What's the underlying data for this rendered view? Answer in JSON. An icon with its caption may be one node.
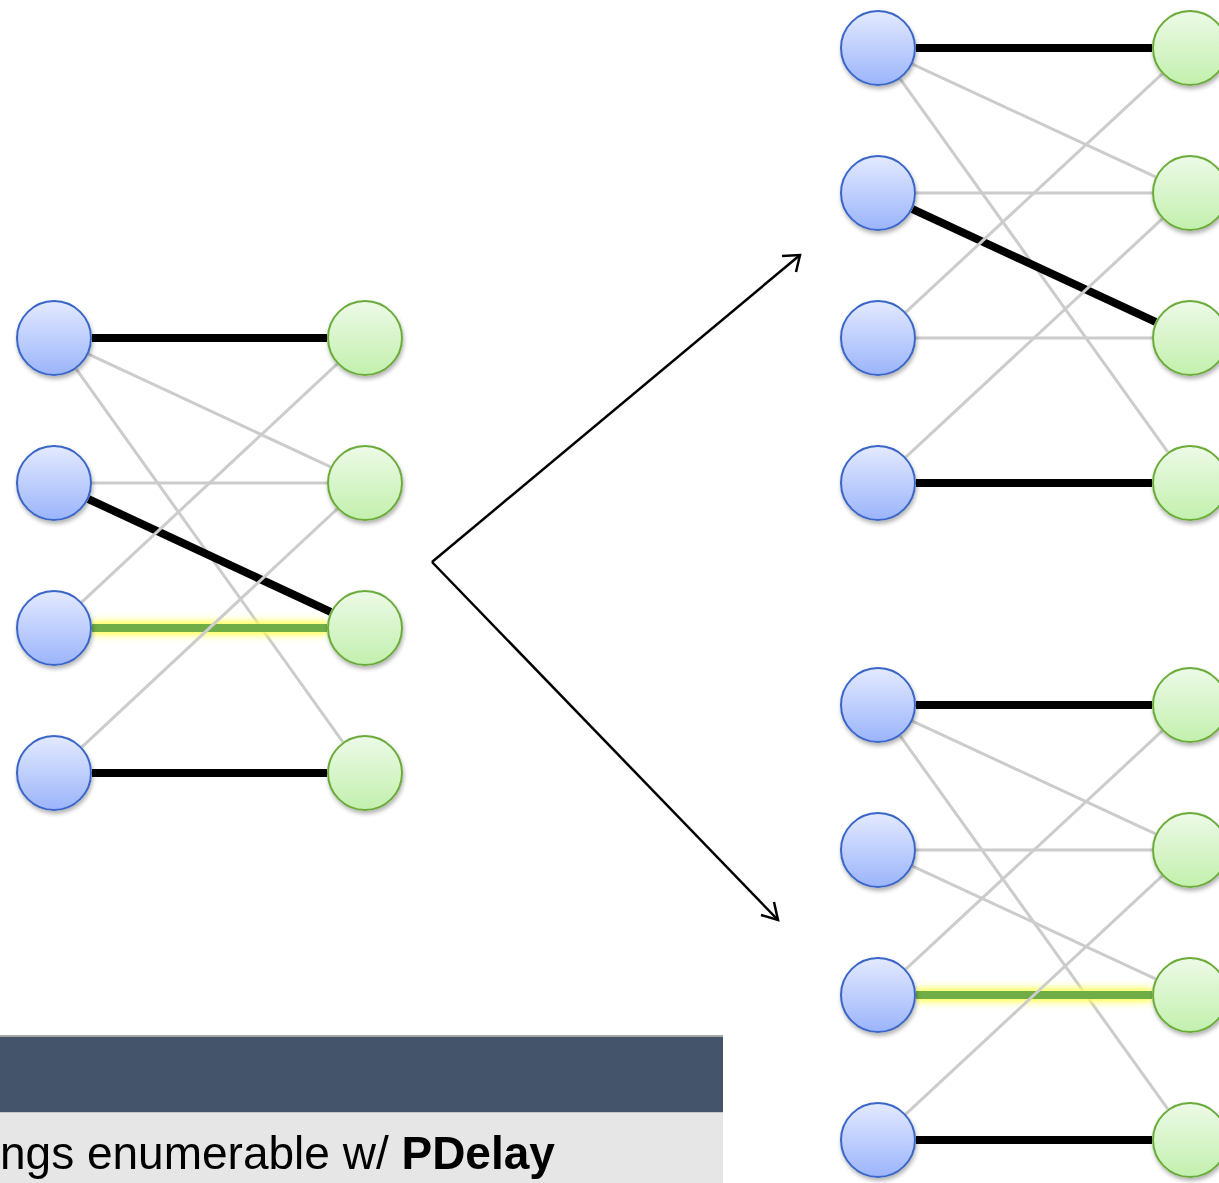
{
  "diagram": {
    "nodes": [
      {
        "text": [],
        "shape": "circle"
      },
      {
        "text": [],
        "shape": "circle"
      },
      {
        "text": [],
        "shape": "circle"
      },
      {
        "text": [],
        "shape": "circle"
      },
      {
        "text": [],
        "shape": "circle"
      },
      {
        "text": [],
        "shape": "circle"
      },
      {
        "text": [],
        "shape": "circle"
      },
      {
        "text": [],
        "shape": "circle"
      },
      {
        "text": [],
        "shape": "circle"
      },
      {
        "text": [],
        "shape": "circle"
      },
      {
        "text": [],
        "shape": "circle"
      },
      {
        "text": [],
        "shape": "circle"
      },
      {
        "text": [],
        "shape": "circle"
      },
      {
        "text": [],
        "shape": "circle"
      },
      {
        "text": [],
        "shape": "circle"
      },
      {
        "text": [],
        "shape": "circle"
      },
      {
        "text": [],
        "shape": "circle"
      },
      {
        "text": [],
        "shape": "circle"
      },
      {
        "text": [],
        "shape": "circle"
      },
      {
        "text": [],
        "shape": "circle"
      },
      {
        "text": [],
        "shape": "circle"
      },
      {
        "text": [],
        "shape": "circle"
      },
      {
        "text": [],
        "shape": "circle"
      },
      {
        "text": [],
        "shape": "circle"
      }
    ],
    "edges": [
      {
        "from": 0,
        "to": 4,
        "arrow": "none",
        "style": "thick",
        "color": "#000000"
      },
      {
        "from": 0,
        "to": 5,
        "arrow": "none"
      },
      {
        "from": 0,
        "to": 7,
        "arrow": "none"
      },
      {
        "from": 1,
        "to": 5,
        "arrow": "none"
      },
      {
        "from": 1,
        "to": 6,
        "arrow": "none",
        "style": "thick",
        "color": "#000000"
      },
      {
        "from": 2,
        "to": 4,
        "arrow": "none"
      },
      {
        "from": 2,
        "to": 6,
        "arrow": "none",
        "style": "thick",
        "color": "#70ad47"
      },
      {
        "from": 3,
        "to": 5,
        "arrow": "none"
      },
      {
        "from": 3,
        "to": 7,
        "arrow": "none",
        "style": "thick",
        "color": "#000000"
      },
      {
        "from": 8,
        "to": 12,
        "arrow": "none",
        "style": "thick",
        "color": "#000000"
      },
      {
        "from": 8,
        "to": 13,
        "arrow": "none"
      },
      {
        "from": 8,
        "to": 15,
        "arrow": "none"
      },
      {
        "from": 9,
        "to": 13,
        "arrow": "none"
      },
      {
        "from": 9,
        "to": 14,
        "arrow": "none",
        "style": "thick",
        "color": "#000000"
      },
      {
        "from": 10,
        "to": 12,
        "arrow": "none"
      },
      {
        "from": 10,
        "to": 14,
        "arrow": "none"
      },
      {
        "from": 11,
        "to": 13,
        "arrow": "none"
      },
      {
        "from": 11,
        "to": 15,
        "arrow": "none",
        "style": "thick",
        "color": "#000000"
      },
      {
        "from": 16,
        "to": 20,
        "arrow": "none",
        "style": "thick",
        "color": "#000000"
      },
      {
        "from": 16,
        "to": 21,
        "arrow": "none"
      },
      {
        "from": 16,
        "to": 23,
        "arrow": "none"
      },
      {
        "from": 17,
        "to": 21,
        "arrow": "none"
      },
      {
        "from": 17,
        "to": 22,
        "arrow": "none"
      },
      {
        "from": 18,
        "to": 20,
        "arrow": "none"
      },
      {
        "from": 18,
        "to": 22,
        "arrow": "none",
        "style": "thick",
        "color": "#70ad47"
      },
      {
        "from": 19,
        "to": 21,
        "arrow": "none"
      },
      {
        "from": 19,
        "to": 23,
        "arrow": "none",
        "style": "thick",
        "color": "#000000"
      }
    ],
    "labels": [
      "ngs enumerable w/ **PDelay**"
    ]
  }
}
